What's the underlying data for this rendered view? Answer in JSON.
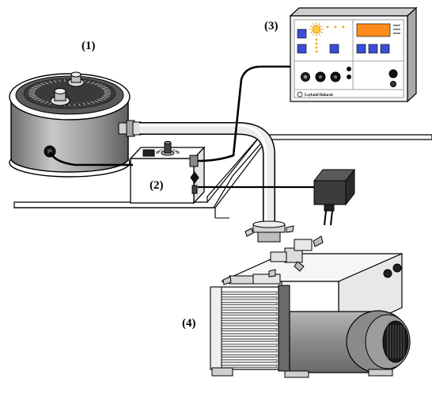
{
  "labels": {
    "part1": "(1)",
    "part2": "(2)",
    "part3": "(3)",
    "part4": "(4)"
  },
  "controller": {
    "brand": "Leybold Didactic",
    "display_color": "#ff8c1a",
    "button_color": "#3a4fd8"
  },
  "colors": {
    "outline": "#000000",
    "chamber_body": "#9a9a9a",
    "chamber_lid": "#555555",
    "hose": "#e6e6e6",
    "motor": "#8c8c8c",
    "table": "#ffffff"
  }
}
